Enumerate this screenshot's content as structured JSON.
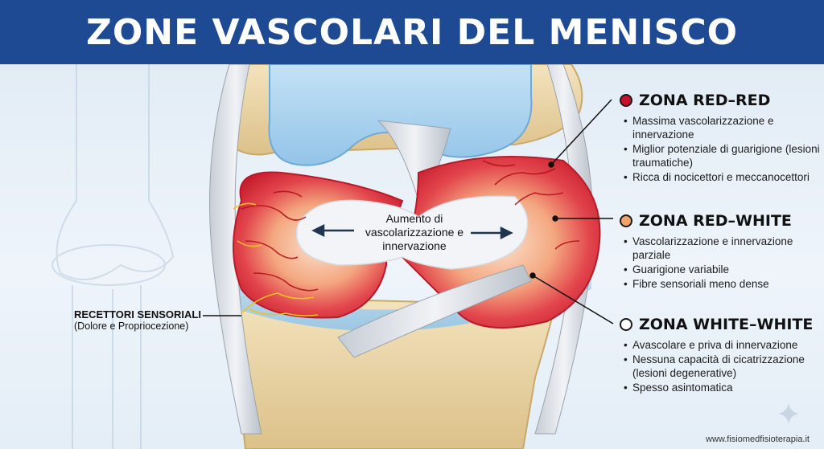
{
  "title": "ZONE VASCOLARI DEL MENISCO",
  "center_label": "Aumento di vascolarizzazione e innervazione",
  "receptors": {
    "title": "RECETTORI SENSORIALI",
    "subtitle": "(Dolore e Propriocezione)"
  },
  "zones": [
    {
      "title": "ZONA RED–RED",
      "color": "#c8102e",
      "items": [
        "Massima vascolarizzazione e innervazione",
        "Miglior potenziale di guarigione (lesioni traumatiche)",
        "Ricca di nocicettori e meccanocettori"
      ]
    },
    {
      "title": "ZONA RED–WHITE",
      "color": "#f2a26a",
      "items": [
        "Vascolarizzazione e innervazione parziale",
        "Guarigione variabile",
        "Fibre sensoriali meno dense"
      ]
    },
    {
      "title": "ZONA WHITE–WHITE",
      "color": "#ffffff",
      "items": [
        "Avascolare e priva di innervazione",
        "Nessuna capacità di cicatrizzazione (lesioni degenerative)",
        "Spesso asintomatica"
      ]
    }
  ],
  "website": "www.fisiomedfisioterapia.it",
  "colors": {
    "header": "#1d4a93",
    "red_zone": "#d9303f",
    "salmon_zone": "#f4a880",
    "white_zone": "#f2f4f8",
    "bone": "#ecd7a8",
    "cartilage": "#a9d3ef"
  }
}
